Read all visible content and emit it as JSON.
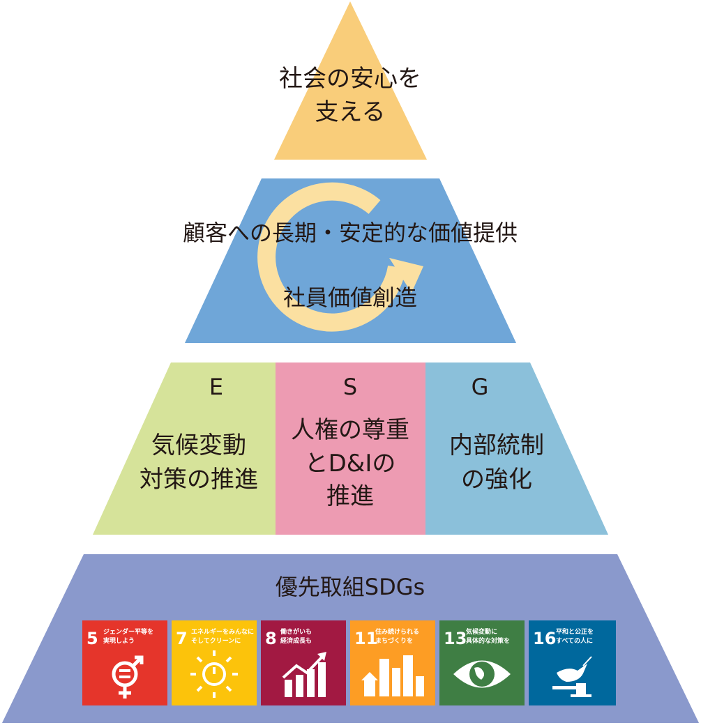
{
  "tiers": {
    "top": {
      "line1": "社会の安心を",
      "line2": "支える"
    },
    "second": {
      "line1": "顧客への長期・安定的な価値提供",
      "line2": "社員価値創造"
    },
    "third": {
      "e": {
        "letter": "E",
        "line1": "気候変動",
        "line2": "対策の推進"
      },
      "s": {
        "letter": "S",
        "line1": "人権の尊重",
        "line2": "とD&Iの",
        "line3": "推進"
      },
      "g": {
        "letter": "G",
        "line1": "内部統制",
        "line2": "の強化"
      }
    },
    "bottom": {
      "title": "優先取組SDGs"
    }
  },
  "sdgs": [
    {
      "number": "5",
      "line1": "ジェンダー平等を",
      "line2": "実現しよう",
      "icon": "gender-equality-icon",
      "color": "#E5352B"
    },
    {
      "number": "7",
      "line1": "エネルギーをみんなに",
      "line2": "そしてクリーンに",
      "icon": "clean-energy-icon",
      "color": "#FCC30B"
    },
    {
      "number": "8",
      "line1": "働きがいも",
      "line2": "経済成長も",
      "icon": "economic-growth-icon",
      "color": "#A21942"
    },
    {
      "number": "11",
      "line1": "住み続けられる",
      "line2": "まちづくりを",
      "icon": "sustainable-cities-icon",
      "color": "#FD9D24"
    },
    {
      "number": "13",
      "line1": "気候変動に",
      "line2": "具体的な対策を",
      "icon": "climate-action-icon",
      "color": "#3F7E44"
    },
    {
      "number": "16",
      "line1": "平和と公正を",
      "line2": "すべての人に",
      "icon": "peace-justice-icon",
      "color": "#00689D"
    }
  ],
  "colors": {
    "top": "#F9CD7A",
    "second": "#6FA6D8",
    "ring": "#FBE0A1",
    "environment": "#D6E39A",
    "social": "#ED9BB2",
    "governance": "#8BC0DA",
    "bottom": "#8A99CC"
  }
}
